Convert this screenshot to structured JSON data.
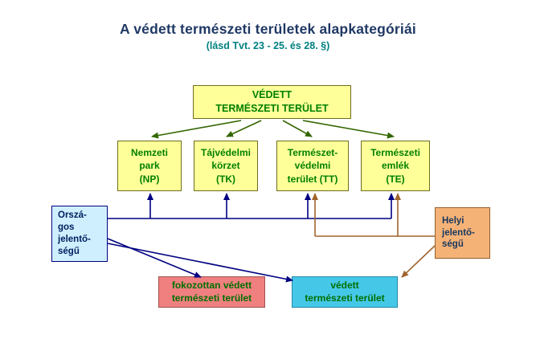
{
  "title": "A védett természeti területek alapkategóriái",
  "subtitle": "(lásd Tvt. 23 - 25. és 28. §)",
  "root_box": {
    "lines": [
      "VÉDETT",
      "TERMÉSZETI TERÜLET"
    ]
  },
  "categories": [
    {
      "id": "NP",
      "lines": [
        "Nemzeti",
        "park",
        "(NP)"
      ]
    },
    {
      "id": "TK",
      "lines": [
        "Tájvédelmi",
        "körzet",
        "(TK)"
      ]
    },
    {
      "id": "TT",
      "lines": [
        "Természet-",
        "védelmi",
        "terület (TT)"
      ]
    },
    {
      "id": "TE",
      "lines": [
        "Természeti",
        "emlék",
        "(TE)"
      ]
    }
  ],
  "left_box": {
    "lines": [
      "Orszá-",
      "gos",
      "jelentő-",
      "ségű"
    ]
  },
  "right_box": {
    "lines": [
      "Helyi",
      "jelentő-",
      "ségű"
    ]
  },
  "bottom_boxes": [
    {
      "id": "fokozottan",
      "lines": [
        "fokozottan védett",
        "természeti terület"
      ]
    },
    {
      "id": "vedett",
      "lines": [
        "védett",
        "természeti terület"
      ]
    }
  ],
  "colors": {
    "title_text": "#1F3864",
    "subtitle_text": "#008080",
    "yellow_box_bg": "#FFFF99",
    "green_text": "#008000",
    "green_arrow": "#336600",
    "navy_arrow": "#000080",
    "brown_arrow": "#A0642D",
    "left_box_bg": "#CFEFFF",
    "right_box_bg": "#F5B277",
    "salmon_box_bg": "#F08080",
    "cyan_box_bg": "#45C8E8"
  }
}
